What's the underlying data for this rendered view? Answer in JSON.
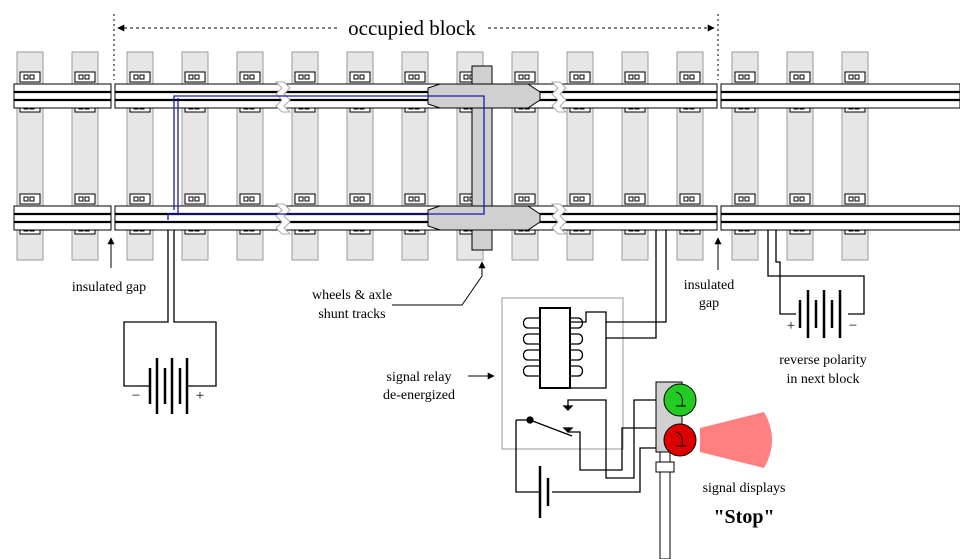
{
  "labels": {
    "occupied_block": "occupied block",
    "insulated_gap_left": "insulated gap",
    "insulated_gap_right_1": "insulated",
    "insulated_gap_right_2": "gap",
    "wheels_1": "wheels & axle",
    "wheels_2": "shunt tracks",
    "relay_1": "signal relay",
    "relay_2": "de-energized",
    "reverse_1": "reverse polarity",
    "reverse_2": "in next block",
    "signal_1": "signal displays",
    "signal_2": "\"Stop\"",
    "minus_left": "−",
    "plus_left": "+",
    "plus_right": "+",
    "minus_right": "−"
  },
  "lamps": [
    {
      "name": "green-lamp",
      "color": "#22cc22",
      "lit": false
    },
    {
      "name": "red-lamp",
      "color": "#dd0000",
      "lit": true
    }
  ],
  "colors": {
    "shunt_wire": "#1a1aa8",
    "wheelset": "#d0d0d0",
    "tie": "#e6e6e6",
    "beam": "#ff8080"
  }
}
